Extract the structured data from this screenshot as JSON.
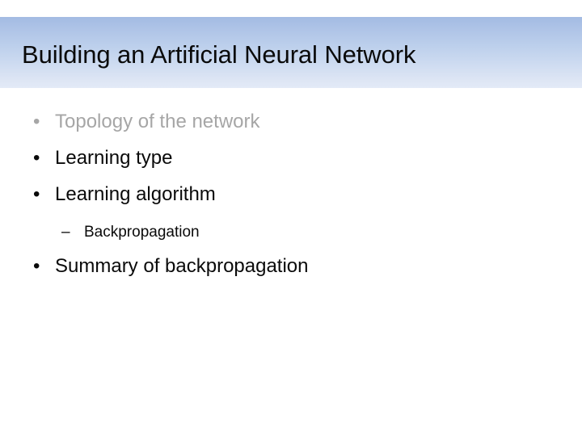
{
  "slide": {
    "title": "Building an Artificial Neural Network",
    "title_band": {
      "gradient_top": "#a3bbe3",
      "gradient_bottom": "#e3eaf7"
    },
    "background_color": "#ffffff",
    "text_color": "#0a0a0a",
    "dim_text_color": "#a6a6a6",
    "bullets": [
      {
        "level": 1,
        "marker": "•",
        "marker_name": "bullet-dot",
        "label": "Topology of the network",
        "dim": true
      },
      {
        "level": 1,
        "marker": "•",
        "marker_name": "bullet-dot",
        "label": "Learning type",
        "dim": false
      },
      {
        "level": 1,
        "marker": "•",
        "marker_name": "bullet-dot",
        "label": "Learning algorithm",
        "dim": false
      },
      {
        "level": 2,
        "marker": "–",
        "marker_name": "bullet-dash",
        "label": "Backpropagation",
        "dim": false
      },
      {
        "level": 1,
        "marker": "•",
        "marker_name": "bullet-dot",
        "label": "Summary of backpropagation",
        "dim": false
      }
    ]
  }
}
